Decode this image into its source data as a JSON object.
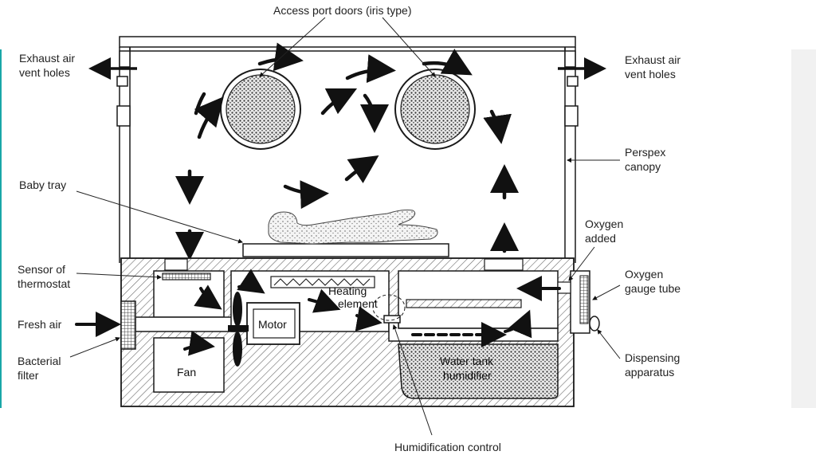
{
  "labels": {
    "access_port_doors": "Access port doors (iris type)",
    "exhaust_left_1": "Exhaust air",
    "exhaust_left_2": "vent holes",
    "exhaust_right_1": "Exhaust air",
    "exhaust_right_2": "vent holes",
    "perspex_1": "Perspex",
    "perspex_2": "canopy",
    "baby_tray": "Baby tray",
    "oxygen_added_1": "Oxygen",
    "oxygen_added_2": "added",
    "sensor_1": "Sensor of",
    "sensor_2": "thermostat",
    "oxygen_gauge_1": "Oxygen",
    "oxygen_gauge_2": "gauge tube",
    "fresh_air": "Fresh air",
    "bacterial_1": "Bacterial",
    "bacterial_2": "filter",
    "dispensing_1": "Dispensing",
    "dispensing_2": "apparatus",
    "heating_1": "Heating",
    "heating_2": "element",
    "motor": "Motor",
    "fan": "Fan",
    "water_tank_1": "Water tank",
    "water_tank_2": "humidifier",
    "humidification": "Humidification control"
  },
  "colors": {
    "line": "#1a1a1a",
    "hatch": "#6a6a6a",
    "accent": "#19a7a8",
    "panel": "#f1f1f1"
  }
}
